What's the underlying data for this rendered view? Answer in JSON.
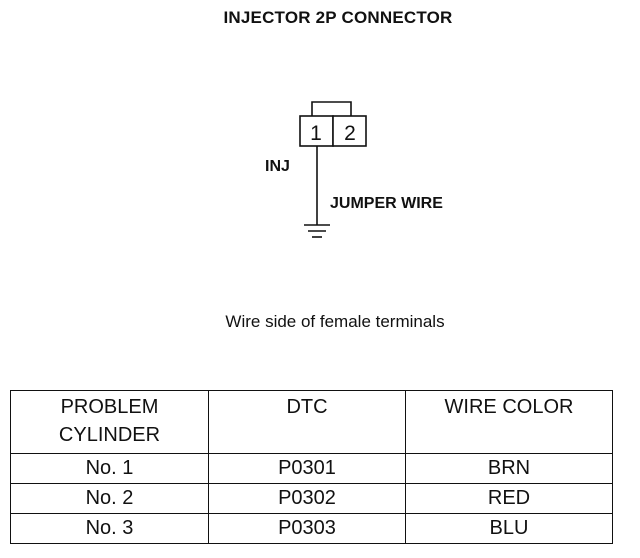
{
  "title": "INJECTOR 2P CONNECTOR",
  "connector": {
    "terminal_1": "1",
    "terminal_2": "2",
    "inj_label": "INJ",
    "jumper_label": "JUMPER WIRE"
  },
  "caption": "Wire side of female terminals",
  "table": {
    "headers": [
      "PROBLEM CYLINDER",
      "DTC",
      "WIRE COLOR"
    ],
    "rows": [
      [
        "No. 1",
        "P0301",
        "BRN"
      ],
      [
        "No. 2",
        "P0302",
        "RED"
      ],
      [
        "No. 3",
        "P0303",
        "BLU"
      ]
    ]
  }
}
